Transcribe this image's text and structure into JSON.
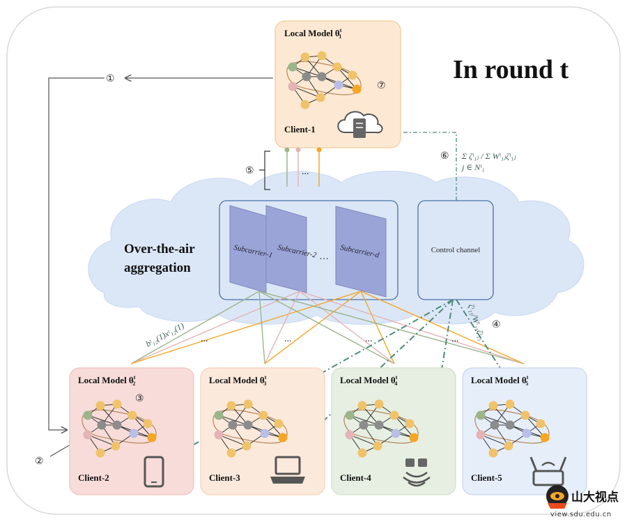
{
  "diagram": {
    "title": "In round t",
    "over_air_line1": "Over-the-air",
    "over_air_line2": "aggregation",
    "subcarriers": [
      "Subcarrier-1",
      "Subcarrier-2",
      "Subcarrier-d"
    ],
    "subcarrier_ellipsis": "…",
    "control_channel": "Control channel",
    "clients": [
      {
        "name": "Client-1",
        "model_label": "Local Model θ",
        "model_sub": "1",
        "model_sup": "t",
        "device": "cloud-server"
      },
      {
        "name": "Client-2",
        "model_label": "Local Model θ",
        "model_sub": "2",
        "model_sup": "t",
        "device": "smartphone"
      },
      {
        "name": "Client-3",
        "model_label": "Local Model θ",
        "model_sub": "3",
        "model_sup": "t",
        "device": "laptop"
      },
      {
        "name": "Client-4",
        "model_label": "Local Model θ",
        "model_sub": "4",
        "model_sup": "t",
        "device": "sensor"
      },
      {
        "name": "Client-5",
        "model_label": "Local Model θ",
        "model_sub": "5",
        "model_sup": "t",
        "device": "router"
      }
    ],
    "steps": [
      "①",
      "②",
      "③",
      "④",
      "⑤",
      "⑥",
      "⑦"
    ],
    "ellipsis": "...",
    "link_ellipsis": "...",
    "formula_6": "Σ ζᵗ₁ⱼ / Σ Wᵗ₁ⱼζᵗ₁ⱼ",
    "formula_6_sub": "j ∈ Nᵗ₁",
    "formula_4": "ζᵗ₁₅/Wᵗ₁₅ζᵗ₁₅",
    "formula_link": "bᵗ₁₂(1)xᵗ₁₂(1)",
    "colors": {
      "client1_bg": "#fde9d3",
      "client2_bg": "#f7dcd9",
      "client3_bg": "#fbe9dc",
      "client4_bg": "#e6efe2",
      "client5_bg": "#e6eef9",
      "cloud": "#dbe7f7",
      "subcarrier": "#9aa4d6",
      "link_orange": "#f5a623",
      "link_green": "#9bb58a",
      "link_pink": "#e3b3b7",
      "dashdot": "#4e8c7c"
    }
  },
  "watermark": {
    "text": "山大视点",
    "url": "view.sdu.edu.cn"
  }
}
